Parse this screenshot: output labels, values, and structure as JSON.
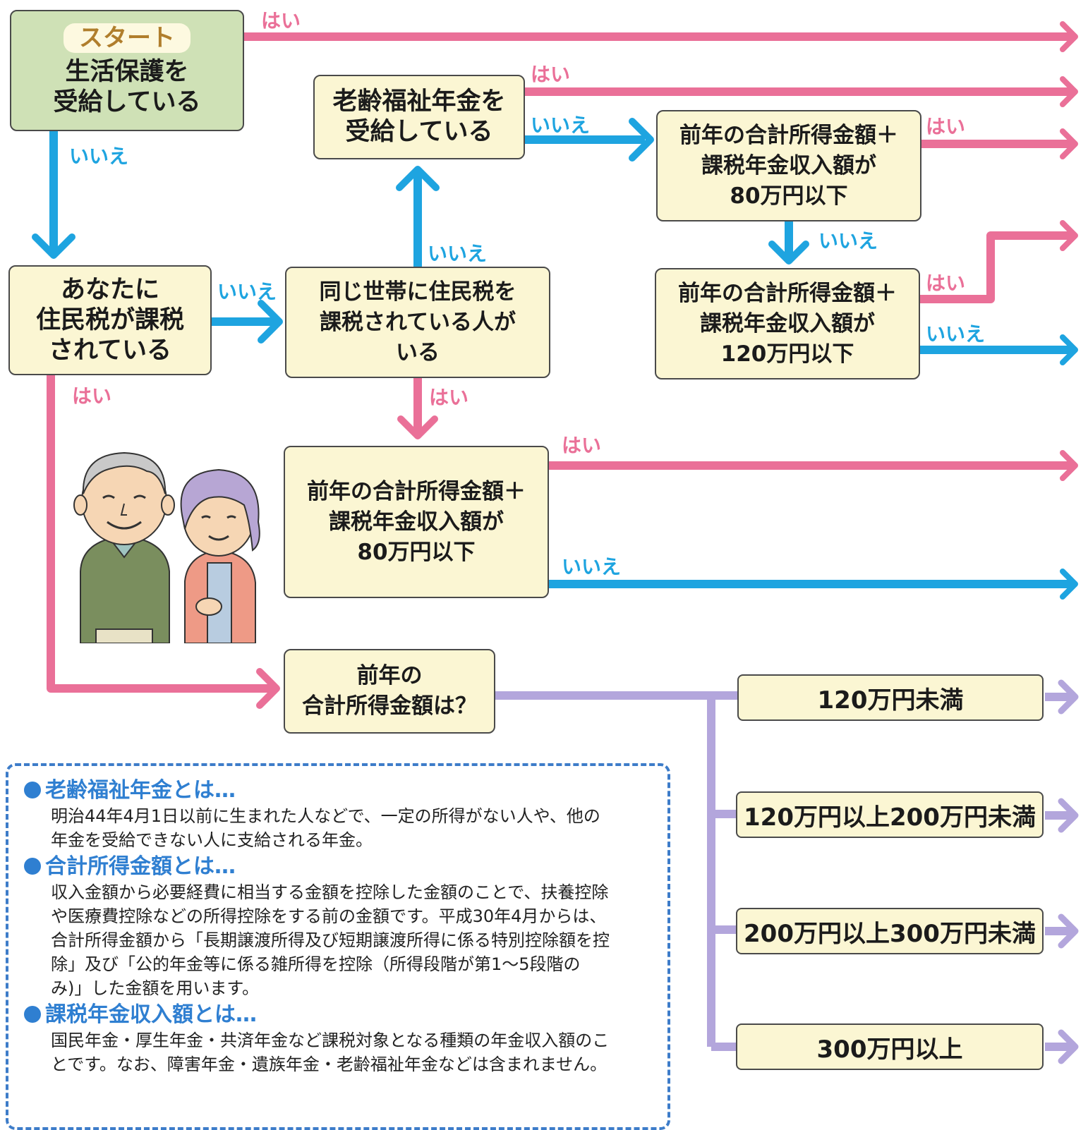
{
  "colors": {
    "yes_arrow": "#ea7098",
    "no_arrow": "#1ea4e0",
    "income_bracket_arrow": "#b3a6dc",
    "box_fill": "#fbf6d3",
    "start_fill": "#cfe1b6",
    "notes_border": "#3d7cc9"
  },
  "start": {
    "badge": "スタート",
    "lines": [
      "生活保護を",
      "受給している"
    ]
  },
  "nodes": {
    "welfare_pension": [
      "老齢福祉年金を",
      "受給している"
    ],
    "taxed_self": [
      "あなたに",
      "住民税が課税",
      "されている"
    ],
    "household_taxed": [
      "同じ世帯に住民税を",
      "課税されている人が",
      "いる"
    ],
    "income_80_upper": [
      "前年の合計所得金額＋",
      "課税年金収入額が",
      "80万円以下"
    ],
    "income_120": [
      "前年の合計所得金額＋",
      "課税年金収入額が",
      "120万円以下"
    ],
    "income_80_lower": [
      "前年の合計所得金額＋",
      "課税年金収入額が",
      "80万円以下"
    ],
    "total_income": [
      "前年の",
      "合計所得金額は？"
    ]
  },
  "labels": {
    "yes": "はい",
    "no": "いいえ"
  },
  "brackets": [
    "120万円未満",
    "120万円以上200万円未満",
    "200万円以上300万円未満",
    "300万円以上"
  ],
  "notes": [
    {
      "heading": "老齢福祉年金とは…",
      "lines": [
        "明治44年4月1日以前に生まれた人などで、一定の所得がない人や、他の",
        "年金を受給できない人に支給される年金。"
      ]
    },
    {
      "heading": "合計所得金額とは…",
      "lines": [
        "収入金額から必要経費に相当する金額を控除した金額のことで、扶養控除",
        "や医療費控除などの所得控除をする前の金額です。平成30年4月からは、",
        "合計所得金額から「長期譲渡所得及び短期譲渡所得に係る特別控除額を控",
        "除」及び「公的年金等に係る雑所得を控除（所得段階が第1～5段階の",
        "み)」した金額を用います。"
      ]
    },
    {
      "heading": "課税年金収入額とは…",
      "lines": [
        "国民年金・厚生年金・共済年金など課税対象となる種類の年金収入額のこ",
        "とです。なお、障害年金・遺族年金・老齢福祉年金などは含まれません。"
      ]
    }
  ]
}
